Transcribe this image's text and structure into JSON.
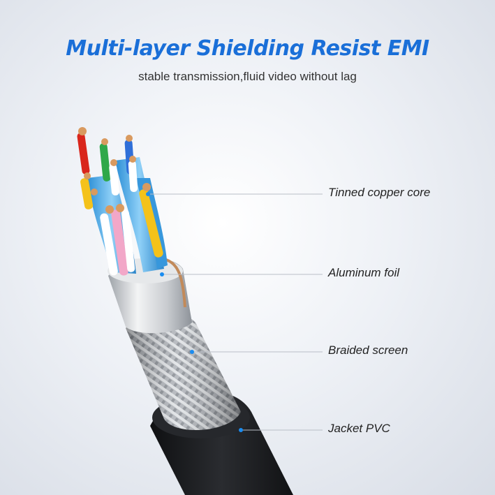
{
  "title": "Multi-layer Shielding Resist EMI",
  "subtitle": "stable transmission,fluid video without lag",
  "callouts": [
    {
      "label": "Tinned copper core"
    },
    {
      "label": "Aluminum foil"
    },
    {
      "label": "Braided screen"
    },
    {
      "label": "Jacket PVC"
    }
  ],
  "colors": {
    "title": "#1a6fd8",
    "callout_dot": "#1a8cf0",
    "callout_line": "#b9bec7",
    "jacket": "#1c1d20",
    "foil": "#d9dcdf",
    "braid": "#b8bcc1"
  },
  "wire_colors": [
    "#d9261c",
    "#2fa84a",
    "#2f6fd8",
    "#f4c21a",
    "#f2a7c8",
    "#ffffff",
    "#3a9fe0"
  ]
}
